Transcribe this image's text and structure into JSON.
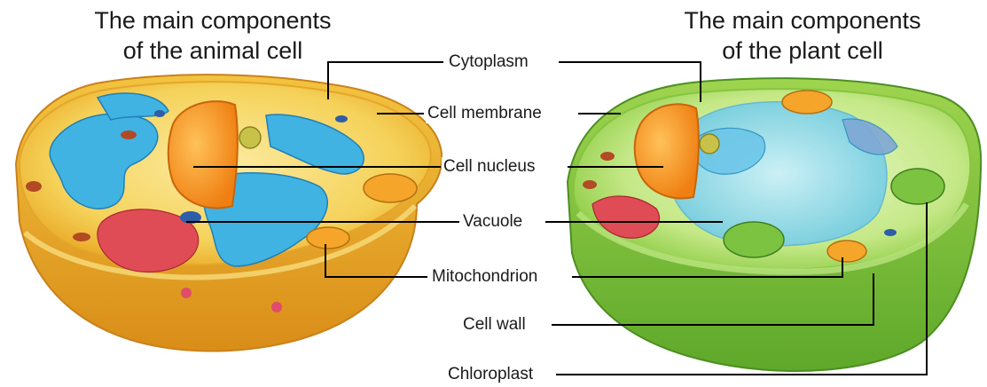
{
  "titles": {
    "animal": {
      "line1": "The main components",
      "line2": "of the animal cell"
    },
    "plant": {
      "line1": "The main components",
      "line2": "of the plant cell"
    }
  },
  "labels": {
    "cytoplasm": "Cytoplasm",
    "cell_membrane": "Cell membrane",
    "cell_nucleus": "Cell nucleus",
    "vacuole": "Vacuole",
    "mitochondrion": "Mitochondrion",
    "cell_wall": "Cell wall",
    "chloroplast": "Chloroplast"
  },
  "colors": {
    "animal_cytoplasm": "#f6d866",
    "animal_membrane": "#e6a21e",
    "plant_wall": "#7cc23a",
    "plant_cytoplasm": "#d7f0a8",
    "plant_vacuole": "#8fd8ee",
    "nucleus": "#f7941d",
    "endoplasmic_reticulum": "#3aaee0",
    "golgi": "#e35a5a",
    "mitochondrion": "#f5a623",
    "chloroplast": "#6fbf3a",
    "leader_line": "#000000"
  }
}
